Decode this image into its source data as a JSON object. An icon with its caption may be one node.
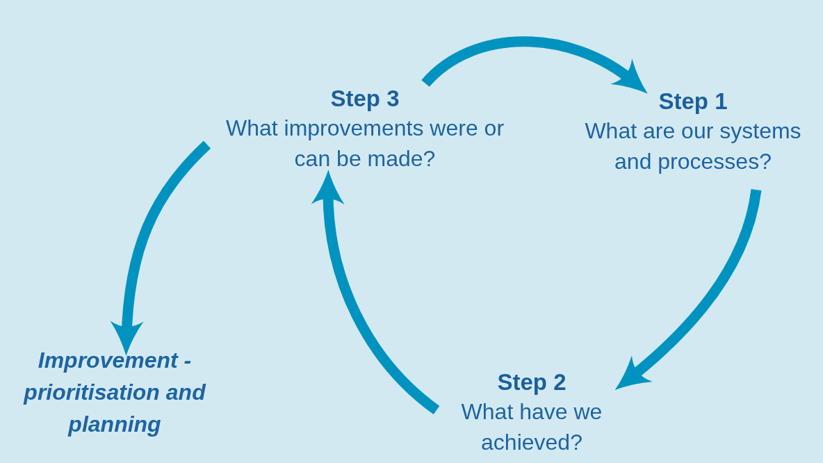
{
  "diagram": {
    "nodes": [
      {
        "text": [
          "Step 3",
          "What improvements were or can be made?"
        ]
      },
      {
        "text": [
          "Step 1",
          "What are our systems and processes?"
        ]
      },
      {
        "text": [
          "Step 2",
          "What have we achieved?"
        ]
      },
      {
        "text": [
          "Improvement - prioritisation and planning"
        ]
      }
    ],
    "edges": [
      {
        "from": 0,
        "to": 1,
        "arrow": "to"
      },
      {
        "from": 1,
        "to": 2,
        "arrow": "to"
      },
      {
        "from": 2,
        "to": 0,
        "arrow": "to"
      },
      {
        "from": 0,
        "to": 3,
        "arrow": "to"
      }
    ]
  }
}
